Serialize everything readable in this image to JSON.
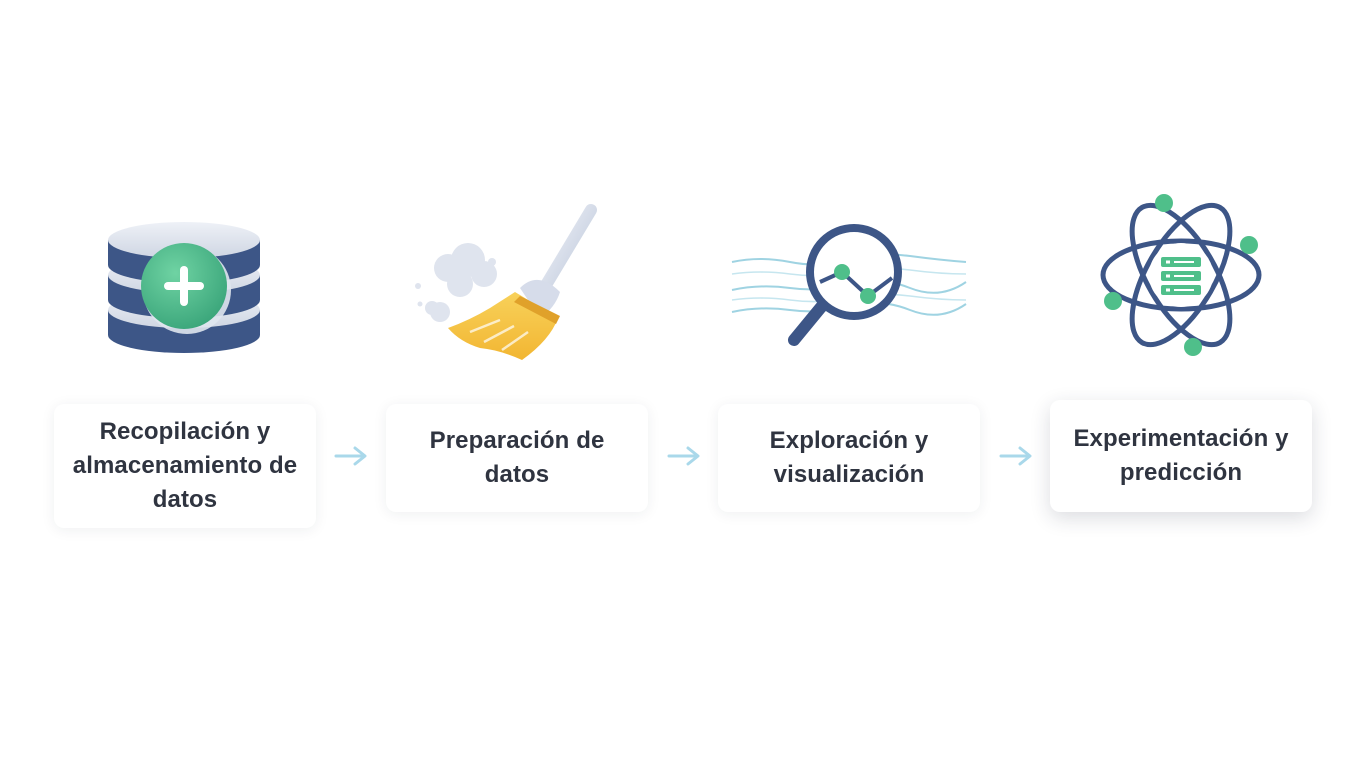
{
  "steps": [
    {
      "icon": "database-add-icon",
      "label": "Recopilación y almacenamiento de datos"
    },
    {
      "icon": "broom-icon",
      "label": "Preparación de datos"
    },
    {
      "icon": "magnifier-chart-icon",
      "label": "Exploración y visualización"
    },
    {
      "icon": "atom-server-icon",
      "label": "Experimentación y predicción"
    }
  ],
  "colors": {
    "navy": "#3d5687",
    "green": "#4fbf8a",
    "yellow": "#f5c542",
    "arrow": "#a9d8ea",
    "text": "#2f3440"
  }
}
